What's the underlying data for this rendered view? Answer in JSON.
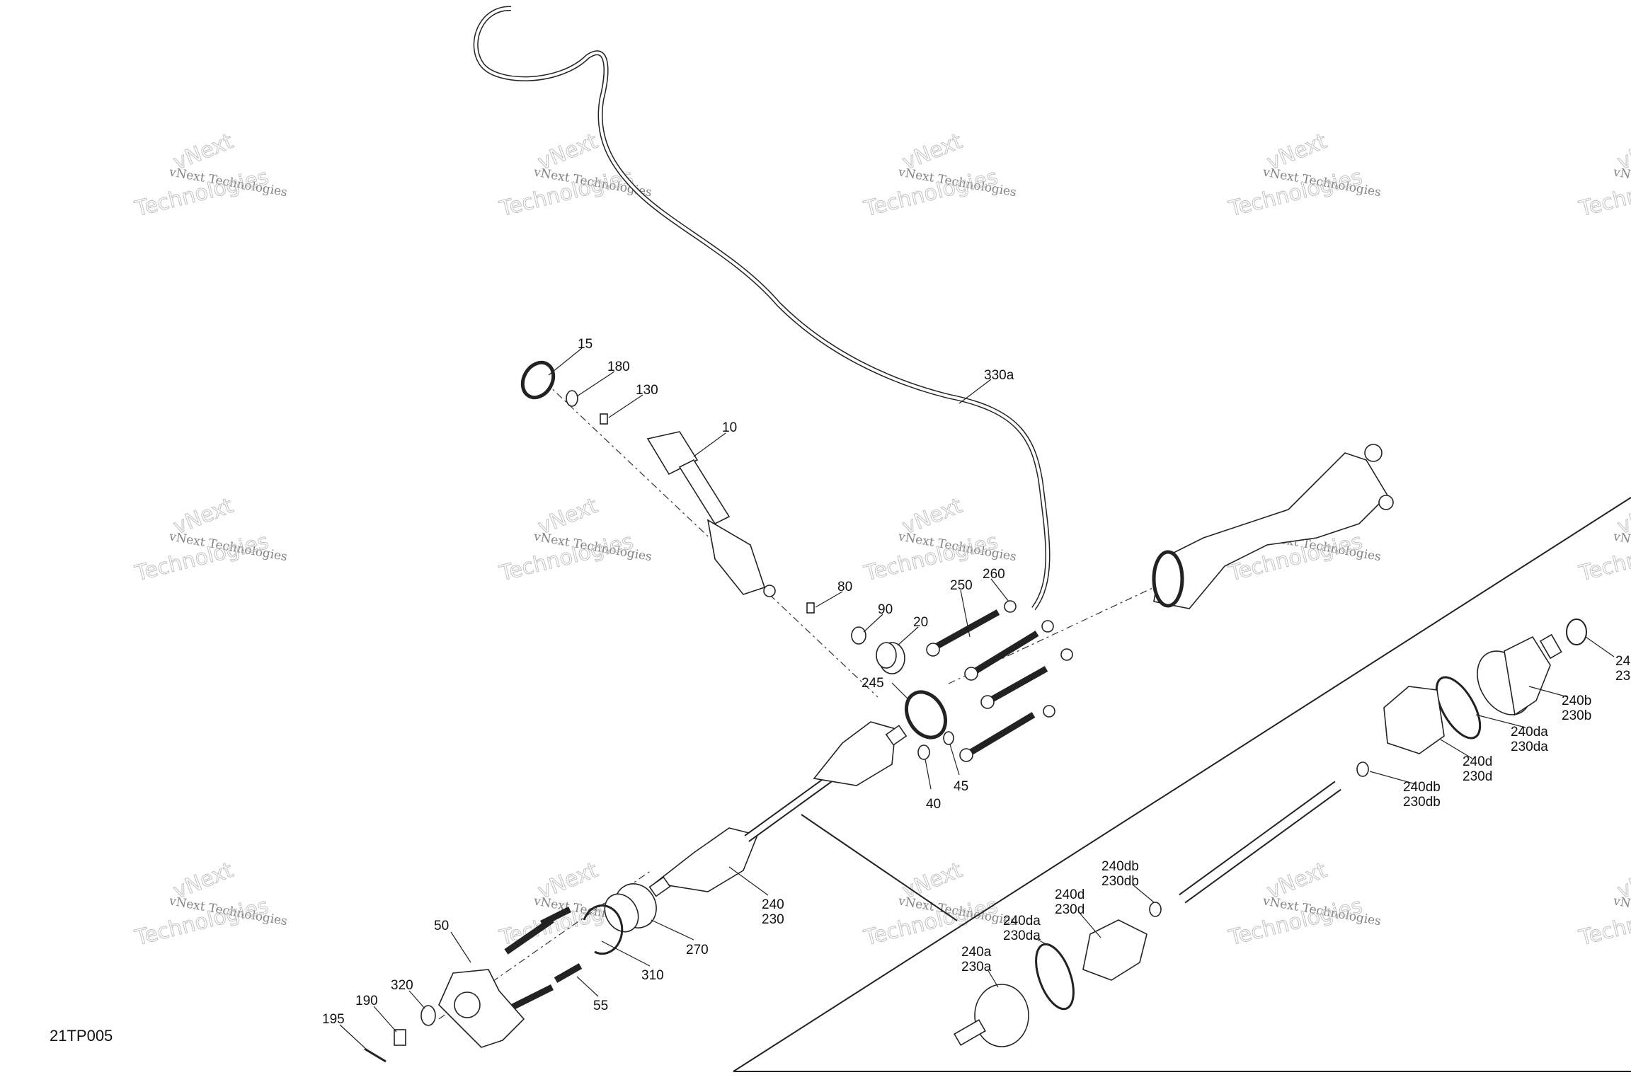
{
  "diagram_code": "21TP005",
  "watermark": {
    "line1": "vNext Technologies",
    "line2": "vNext",
    "line3": "Technologies"
  },
  "callouts": {
    "c15": "15",
    "c180": "180",
    "c130": "130",
    "c10": "10",
    "c330a": "330a",
    "c80": "80",
    "c90": "90",
    "c20": "20",
    "c250": "250",
    "c260": "260",
    "c245": "245",
    "c40": "40",
    "c45": "45",
    "c240": "240",
    "c230": "230",
    "c270": "270",
    "c310": "310",
    "c55": "55",
    "c50": "50",
    "c320": "320",
    "c190": "190",
    "c195": "195",
    "r240_clip": "24",
    "r230_clip": "23",
    "r240b": "240b",
    "r230b": "230b",
    "r240da": "240da",
    "r230da": "230da",
    "r240d": "240d",
    "r230d": "230d",
    "r240db": "240db",
    "r230db": "230db",
    "l240db": "240db",
    "l230db": "230db",
    "l240d": "240d",
    "l230d": "230d",
    "l240da": "240da",
    "l230da": "230da",
    "l240a": "240a",
    "l230a": "230a"
  }
}
